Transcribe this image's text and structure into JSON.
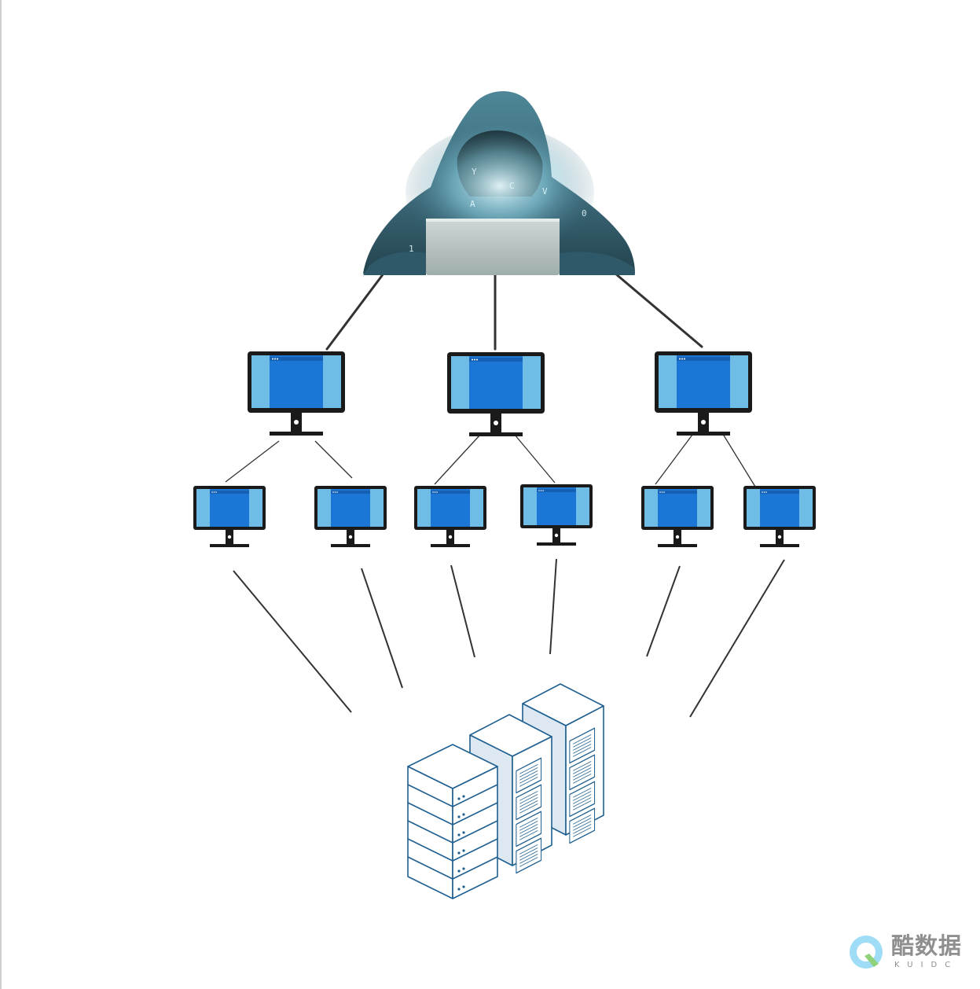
{
  "diagram": {
    "nodes": {
      "attacker": {
        "icon": "hooded-hacker-with-laptop"
      },
      "tier1": {
        "count": 3,
        "icon": "desktop-monitor"
      },
      "tier2": {
        "count": 6,
        "icon": "desktop-monitor"
      },
      "target": {
        "icon": "server-racks"
      }
    },
    "colors": {
      "screen_blue": "#1b76d6",
      "screen_side": "#6fbde6",
      "monitor_frame": "#1a1a1a",
      "server_outline": "#1f5f8f",
      "server_fill": "#ffffff",
      "server_shade": "#dde8f2",
      "hoodie": "#3d6b7c",
      "connector": "#333333"
    }
  },
  "watermark": {
    "cn": "酷数据",
    "en": "KUIDC"
  }
}
